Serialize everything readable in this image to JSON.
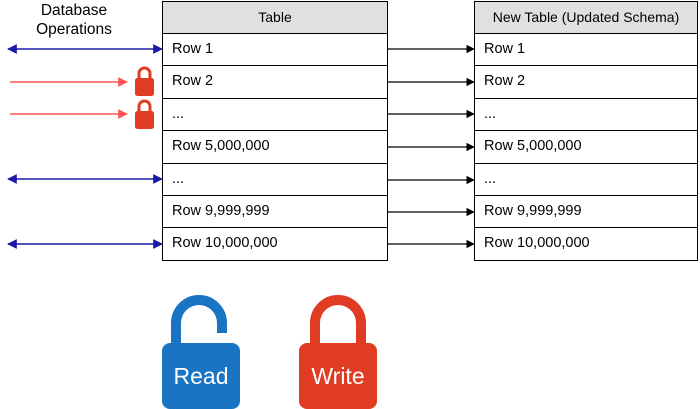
{
  "operations_title": "Database Operations",
  "old_table": {
    "header": "Table",
    "rows": [
      "Row 1",
      "Row 2",
      "...",
      "Row 5,000,000",
      "...",
      "Row 9,999,999",
      "Row 10,000,000"
    ]
  },
  "new_table": {
    "header": "New Table (Updated Schema)",
    "rows": [
      "Row 1",
      "Row 2",
      "...",
      "Row 5,000,000",
      "...",
      "Row 9,999,999",
      "Row 10,000,000"
    ]
  },
  "operations": [
    {
      "row": "Row 1",
      "kind": "read",
      "arrow": "double-headed",
      "locked": false
    },
    {
      "row": "Row 2",
      "kind": "write",
      "arrow": "single-headed",
      "locked": true
    },
    {
      "row": "...",
      "kind": "write",
      "arrow": "single-headed",
      "locked": true
    },
    {
      "row": "...",
      "kind": "read",
      "arrow": "double-headed",
      "locked": false
    },
    {
      "row": "Row 10,000,000",
      "kind": "read",
      "arrow": "double-headed",
      "locked": false
    }
  ],
  "copy_arrows": "every row of Table to the matching row of New Table",
  "legend": {
    "read_label": "Read",
    "write_label": "Write"
  },
  "colors": {
    "read_arrow": "#1a1aa6",
    "write_arrow": "#ff5555",
    "lock_red": "#e03c24",
    "lock_blue": "#1a74c4",
    "header_fill": "#e0e0e0",
    "border": "#000000"
  }
}
